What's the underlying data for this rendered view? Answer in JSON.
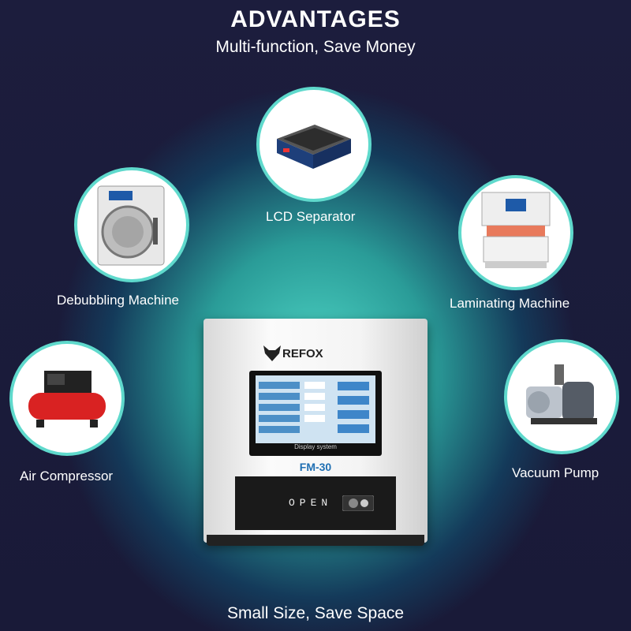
{
  "header": {
    "title": "ADVANTAGES",
    "subtitle": "Multi-function, Save Money"
  },
  "footer": {
    "text": "Small Size, Save Space"
  },
  "functions": [
    {
      "label": "LCD Separator",
      "icon": "lcd-separator-icon"
    },
    {
      "label": "Debubbling Machine",
      "icon": "debubbling-machine-icon"
    },
    {
      "label": "Laminating Machine",
      "icon": "laminating-machine-icon"
    },
    {
      "label": "Air Compressor",
      "icon": "air-compressor-icon"
    },
    {
      "label": "Vacuum Pump",
      "icon": "vacuum-pump-icon"
    }
  ],
  "product": {
    "brand": "REFOX",
    "model": "FM-30",
    "screen_caption": "Display system",
    "drawer_label": "OPEN"
  },
  "colors": {
    "accent": "#5fd9cc",
    "background": "#1a1b3a",
    "model_text": "#1f6fb3"
  }
}
